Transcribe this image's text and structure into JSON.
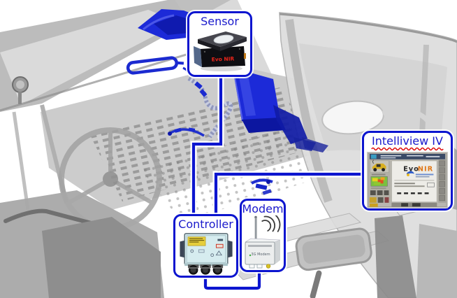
{
  "colors": {
    "background": "#ffffff",
    "callout_border_blue": "#0c15cf",
    "callout_title_blue": "#1a1acc",
    "connector_blue": "#0c15cf",
    "connector_casing_white": "#ffffff",
    "machine_highlight_blue": "#1c2ad8",
    "spellcheck_squiggle_red": "#e01010",
    "sensor_device_text_red": "#e8251a",
    "screen_nir_orange": "#e07818"
  },
  "callouts": {
    "sensor": {
      "label": "Sensor",
      "device_label": "Evo NIR"
    },
    "intelliview": {
      "label": "Intelliview IV",
      "screen_brand_evo": "Evo",
      "screen_brand_nir": "NIR"
    },
    "controller": {
      "label": "Controller"
    },
    "modem": {
      "label": "Modem",
      "device_label": "3G Modem"
    }
  },
  "connectors": [
    {
      "name": "sensor-to-controller"
    },
    {
      "name": "intelliview-to-controller"
    },
    {
      "name": "controller-to-modem"
    }
  ],
  "scene": {
    "subject": "grayscale cutaway of forage harvester cab with blue-highlighted spout sensor mount, handle and cabling"
  }
}
